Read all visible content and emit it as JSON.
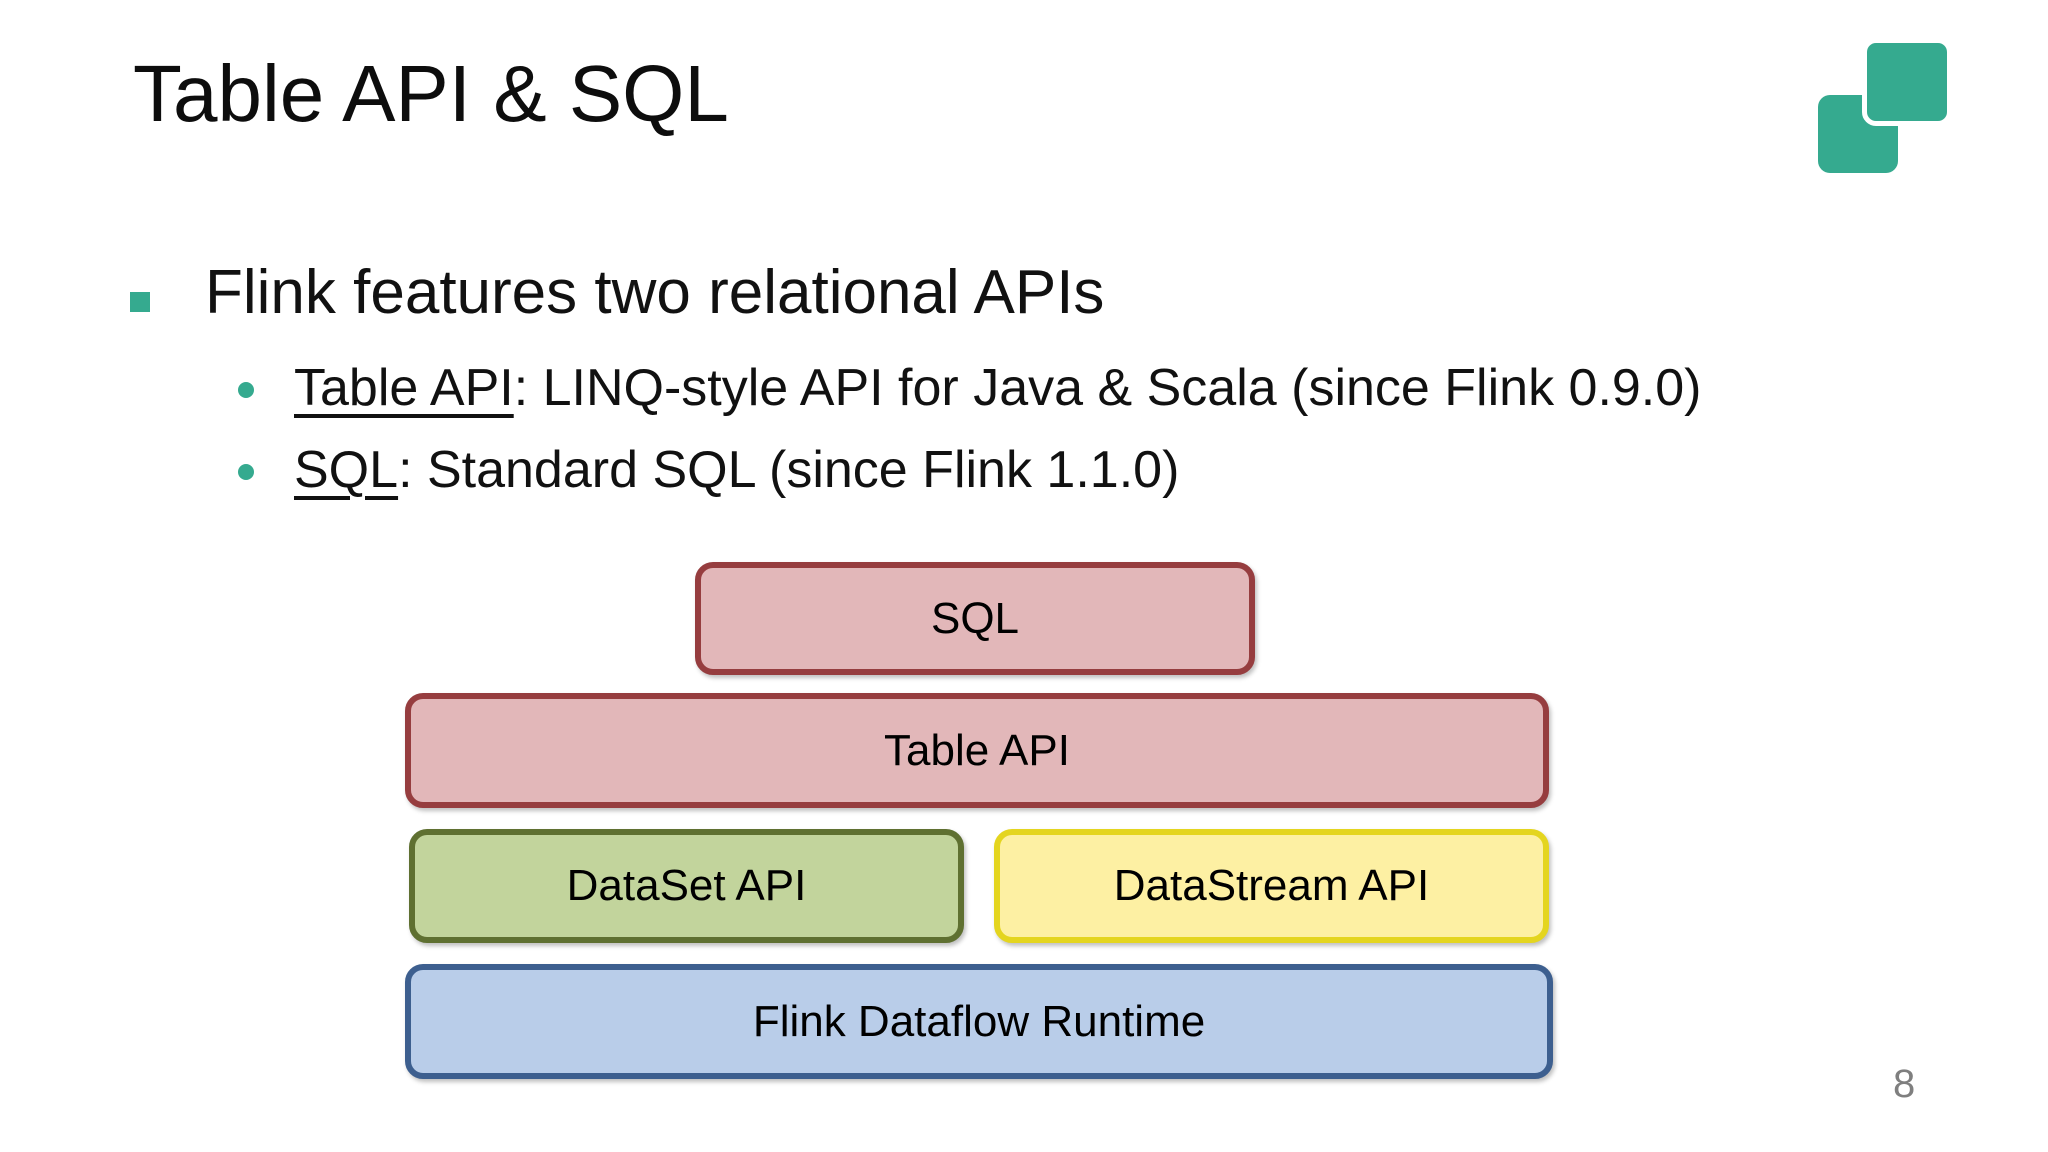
{
  "slide": {
    "title": "Table API & SQL",
    "page_number": "8"
  },
  "colors": {
    "accent_teal": "#35aa8f",
    "pink_fill": "#e2b7b9",
    "pink_border": "#963d3f",
    "green_fill": "#c2d49c",
    "green_border": "#5f7031",
    "yellow_fill": "#fdf0a3",
    "yellow_border": "#e4d51f",
    "blue_fill": "#b9cde9",
    "blue_border": "#3d5f8f",
    "page_gray": "#7f7f7f"
  },
  "bullets": {
    "main": "Flink features two relational APIs",
    "sub": [
      {
        "term": "Table API",
        "rest": ": LINQ-style API for Java & Scala (since Flink 0.9.0)"
      },
      {
        "term": "SQL",
        "rest": ": Standard SQL (since Flink 1.1.0)"
      }
    ]
  },
  "diagram": {
    "layers": {
      "sql": "SQL",
      "table_api": "Table API",
      "dataset_api": "DataSet API",
      "datastream_api": "DataStream API",
      "runtime": "Flink Dataflow Runtime"
    }
  }
}
